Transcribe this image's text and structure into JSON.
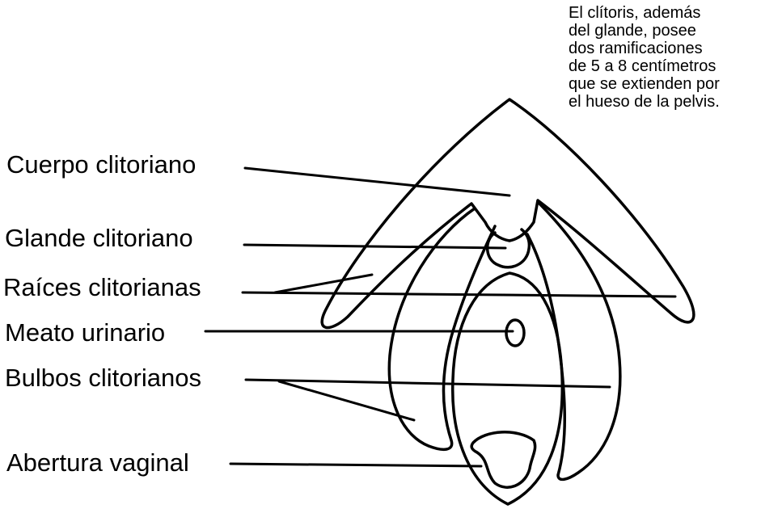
{
  "labels": {
    "cuerpo": "Cuerpo clitoriano",
    "glande": "Glande clitoriano",
    "raices": "Raíces clitorianas",
    "meato": "Meato urinario",
    "bulbos": "Bulbos clitorianos",
    "abertura": "Abertura vaginal"
  },
  "note": {
    "lines": [
      "El clítoris, además",
      "del glande, posee",
      "dos ramificaciones",
      "de 5 a 8 centímetros",
      "que se extienden por",
      "el hueso de la pelvis."
    ]
  },
  "colors": {
    "stroke": "#000000",
    "background": "#ffffff"
  }
}
